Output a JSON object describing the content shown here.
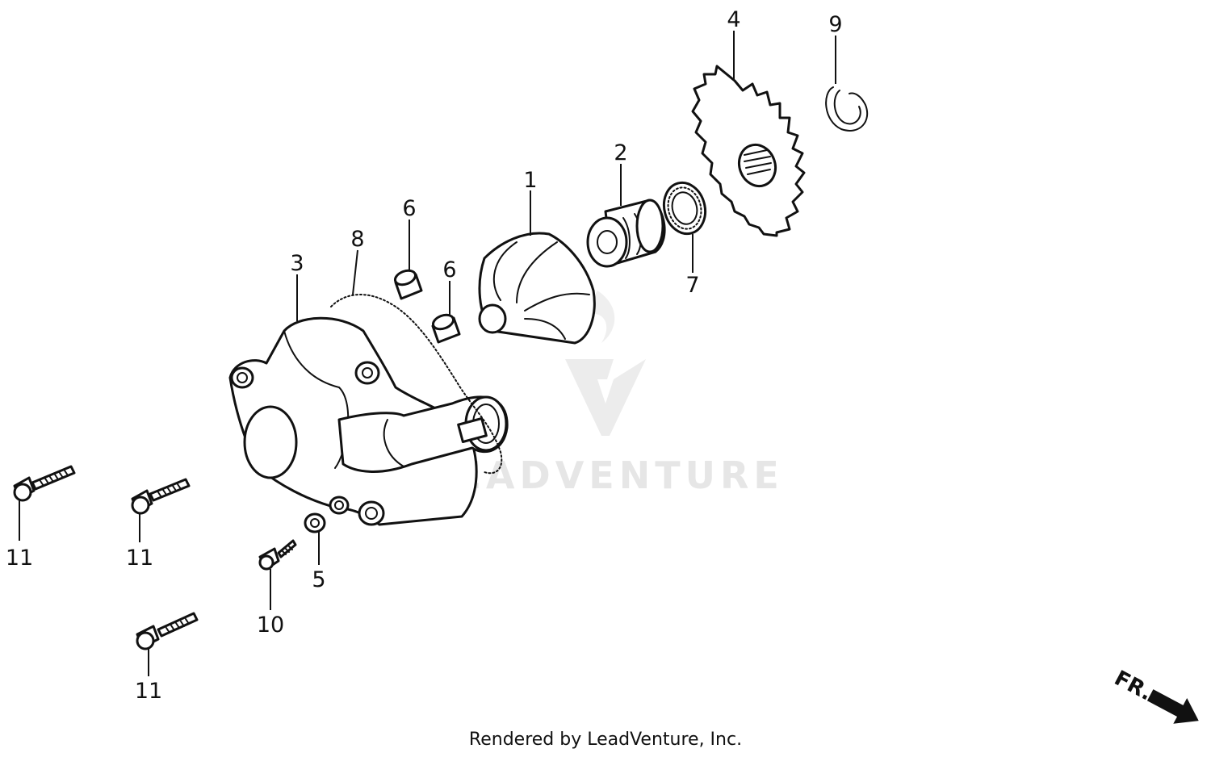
{
  "watermark": {
    "brand": "LEADVENTURE"
  },
  "front_indicator": "FR.",
  "credit": "Rendered by LeadVenture, Inc.",
  "callouts": [
    {
      "id": "1",
      "label": "1"
    },
    {
      "id": "2",
      "label": "2"
    },
    {
      "id": "3",
      "label": "3"
    },
    {
      "id": "4",
      "label": "4"
    },
    {
      "id": "5",
      "label": "5"
    },
    {
      "id": "6a",
      "label": "6"
    },
    {
      "id": "6b",
      "label": "6"
    },
    {
      "id": "7",
      "label": "7"
    },
    {
      "id": "8",
      "label": "8"
    },
    {
      "id": "9",
      "label": "9"
    },
    {
      "id": "10",
      "label": "10"
    },
    {
      "id": "11a",
      "label": "11"
    },
    {
      "id": "11b",
      "label": "11"
    },
    {
      "id": "11c",
      "label": "11"
    }
  ]
}
